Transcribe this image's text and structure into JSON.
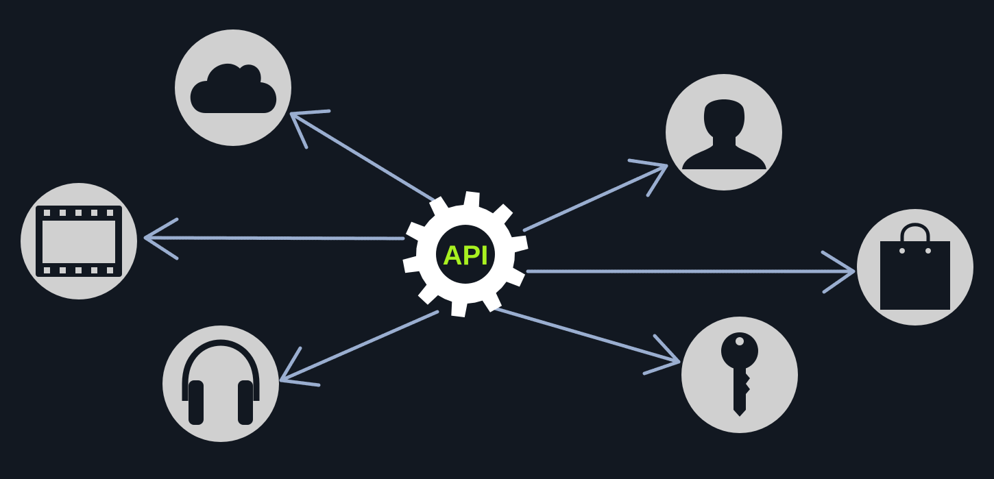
{
  "colors": {
    "background": "#121821",
    "node": "#d0d0d0",
    "arrow": "#9aaed0",
    "gear": "#ffffff",
    "label": "#a8f020"
  },
  "center": {
    "label": "API",
    "icon": "gear-icon"
  },
  "nodes": [
    {
      "name": "cloud",
      "icon": "cloud-icon"
    },
    {
      "name": "film",
      "icon": "film-icon"
    },
    {
      "name": "headphones",
      "icon": "headphones-icon"
    },
    {
      "name": "user",
      "icon": "user-icon"
    },
    {
      "name": "shopping-bag",
      "icon": "shopping-bag-icon"
    },
    {
      "name": "key",
      "icon": "key-icon"
    }
  ]
}
